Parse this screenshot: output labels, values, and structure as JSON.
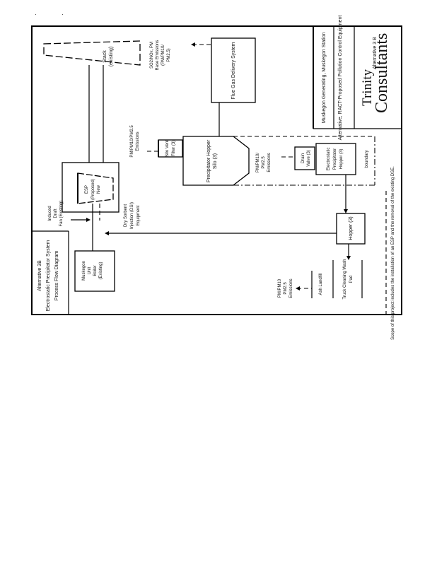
{
  "document": {
    "orientation": "rotated 90 degrees clockwise",
    "title_block": {
      "project": "Muskegon Generating, Muskegon Station",
      "subtitle": "Alternative, RACT-Proposed Pollution Control Equipment",
      "company_line1": "Trinity",
      "company_line2": "Consultants",
      "drawing_label": "Alternative 3 B"
    },
    "legend_box": {
      "line1": "Alternative 3B",
      "line2": "Electrostatic Precipitator System",
      "line3": "Process Flow Diagram"
    },
    "note": "Scope of this project includes the installation of an ESP and the removal of the existing DSE.",
    "boundary_label": "boundary"
  },
  "nodes": {
    "stack": {
      "label1": "Stack",
      "label2": "(existing)"
    },
    "flue_gas_system": {
      "label": "Flue Gas Delivery System"
    },
    "stack_emissions": {
      "line1": "SO2/NOx, PM",
      "line2": "Base Emissions",
      "line3": "(PM/PM10/",
      "line4": "PM2.5)"
    },
    "precipitator_hopper": {
      "line1": "Precipitator Hopper",
      "line2": "Silo (3)"
    },
    "filter_pm_emission": {
      "line1": "PM/PM10/PM2.5",
      "line2": "Emissions"
    },
    "filter": {
      "line1": "Silo Vent",
      "line2": "Filter (3)"
    },
    "ash_pm_emissions": {
      "line1": "PM/PM10/",
      "line2": "PM2.5",
      "line3": "Emissions"
    },
    "dry_ash_blower": {
      "line1": "Drain",
      "line2": "Valve (3)"
    },
    "esp_unit": {
      "line1": "Electrostatic",
      "line2": "Precipitator",
      "line3": "Hopper (3)"
    },
    "hopper": {
      "label": "Hopper (3)"
    },
    "esp": {
      "line1": "ESP",
      "line2": "(Proposed)",
      "line3": "New"
    },
    "boiler": {
      "line1": "Muskegon",
      "line2": "Unit",
      "line3": "Boiler",
      "line4": "(Existing)"
    },
    "induced_draft": {
      "line1": "Induced",
      "line2": "Draft",
      "line3": "Fan (Existing)"
    },
    "dry_sorbent": {
      "line1": "Dry Sorbent",
      "line2": "Injection (DSI)",
      "line3": "Equipment"
    },
    "landfill": {
      "label": "Ash Landfill"
    },
    "truck_wash": {
      "line1": "Truck Cleaning Wash",
      "line2": "Pad"
    },
    "landfill_emissions": {
      "line1": "PM/PM10",
      "line2": "PM2.5",
      "line3": "Emissions"
    }
  }
}
